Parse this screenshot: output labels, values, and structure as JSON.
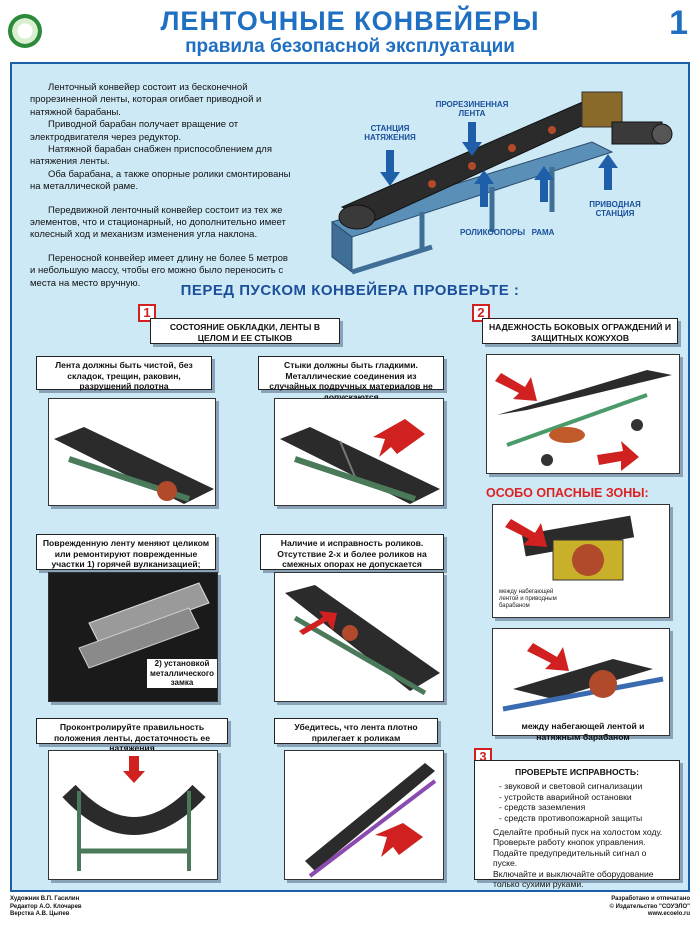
{
  "header": {
    "title": "ЛЕНТОЧНЫЕ КОНВЕЙЕРЫ",
    "subtitle": "правила безопасной эксплуатации",
    "sheet_number": "1"
  },
  "intro": [
    "Ленточный конвейер состоит из бесконечной прорезиненной ленты, которая огибает приводной и натяжной барабаны.",
    "Приводной барабан получает вращение от электродвигателя через редуктор.",
    "Натяжной барабан снабжен приспособлением для натяжения ленты.",
    "Оба барабана, а также опорные ролики смонтированы на металлической раме.",
    "Передвижной ленточный конвейер состоит из тех же элементов, что и стационарный, но дополнительно имеет колесный ход и механизм изменения угла наклона.",
    "Переносной конвейер имеет длину не более 5 метров и небольшую массу, чтобы его можно было переносить с места на место вручную."
  ],
  "hero_labels": {
    "tension_station": "СТАНЦИЯ НАТЯЖЕНИЯ",
    "belt": "ПРОРЕЗИНЕННАЯ ЛЕНТА",
    "rollers": "РОЛИКООПОРЫ",
    "frame": "РАМА",
    "drive_station": "ПРИВОДНАЯ СТАНЦИЯ"
  },
  "section_title": "ПЕРЕД ПУСКОМ КОНВЕЙЕРА ПРОВЕРЬТЕ :",
  "block1": {
    "number": "1",
    "title": "СОСТОЯНИЕ ОБКЛАДКИ, ЛЕНТЫ В ЦЕЛОМ И ЕЕ СТЫКОВ",
    "items": [
      "Лента должны быть чистой, без складок, трещин, раковин, разрушений полотна",
      "Стыки должны быть гладкими. Металлические соединения из случайных подручных материалов не допускаются",
      "Поврежденную ленту меняют целиком или ремонтируют поврежденные участки 1) горячей вулканизацией;",
      "Наличие и исправность роликов. Отсутствие 2-х и более роликов на смежных опорах не допускается",
      "Проконтролируйте правильность положения ленты, достаточность ее натяжения",
      "Убедитесь, что лента плотно прилегает к роликам"
    ],
    "lock_caption": "2) установкой металлического замка"
  },
  "block2": {
    "number": "2",
    "title": "НАДЕЖНОСТЬ БОКОВЫХ ОГРАЖДЕНИЙ И ЗАЩИТНЫХ КОЖУХОВ"
  },
  "danger": {
    "title": "ОСОБО ОПАСНЫЕ ЗОНЫ:",
    "zone1": "между набегающей лентой и приводным барабаном",
    "zone2": "между набегающей лентой и натяжным барабаном"
  },
  "block3": {
    "number": "3",
    "title": "ПРОВЕРЬТЕ ИСПРАВНОСТЬ:",
    "items": [
      "- звуковой и световой сигнализации",
      "- устройств аварийной остановки",
      "- средств заземления",
      "- средств противопожарной защиты"
    ],
    "tail": [
      "Сделайте пробный пуск на холостом ходу.",
      "Проверьте работу кнопок управления.",
      "Подайте предупредительный сигнал о пуске.",
      "Включайте и выключайте оборудование",
      "только сухими руками."
    ]
  },
  "footer": {
    "credits": [
      "Художник В.П. Гасилин",
      "Редактор А.О. Клочарев",
      "Верстка А.В. Цыпев"
    ],
    "publisher": [
      "Разработано и отпечатано",
      "© Издательство \"СОУЭЛО\"",
      "www.ecoelo.ru"
    ]
  },
  "colors": {
    "title": "#1f6fc2",
    "panel": "#cde9f6",
    "accent_red": "#d02020",
    "belt": "#2b2b2b",
    "frame": "#4a7a5a"
  }
}
